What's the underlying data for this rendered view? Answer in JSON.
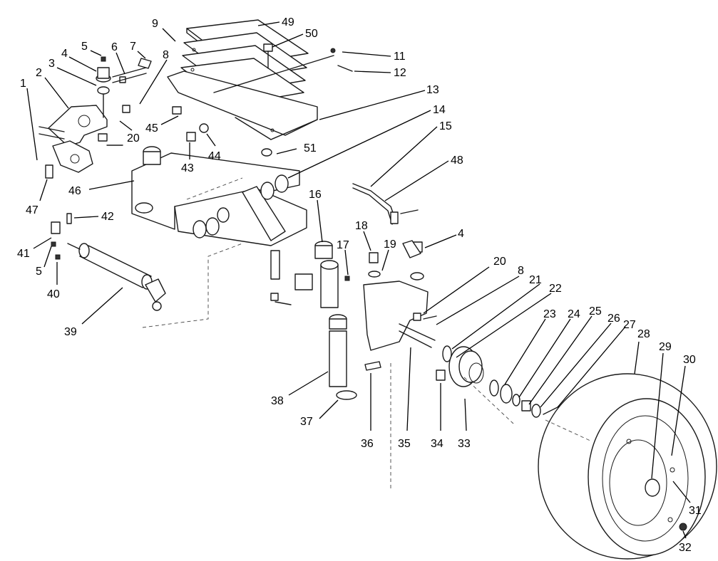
{
  "diagram": {
    "callouts": [
      {
        "id": "c1",
        "text": "1"
      },
      {
        "id": "c2",
        "text": "2"
      },
      {
        "id": "c3",
        "text": "3"
      },
      {
        "id": "c4a",
        "text": "4"
      },
      {
        "id": "c5a",
        "text": "5"
      },
      {
        "id": "c6",
        "text": "6"
      },
      {
        "id": "c7",
        "text": "7"
      },
      {
        "id": "c8a",
        "text": "8"
      },
      {
        "id": "c9",
        "text": "9"
      },
      {
        "id": "c49",
        "text": "49"
      },
      {
        "id": "c50",
        "text": "50"
      },
      {
        "id": "c11",
        "text": "11"
      },
      {
        "id": "c12",
        "text": "12"
      },
      {
        "id": "c13",
        "text": "13"
      },
      {
        "id": "c14",
        "text": "14"
      },
      {
        "id": "c15",
        "text": "15"
      },
      {
        "id": "c48",
        "text": "48"
      },
      {
        "id": "c20a",
        "text": "20"
      },
      {
        "id": "c45",
        "text": "45"
      },
      {
        "id": "c51",
        "text": "51"
      },
      {
        "id": "c44",
        "text": "44"
      },
      {
        "id": "c43",
        "text": "43"
      },
      {
        "id": "c46",
        "text": "46"
      },
      {
        "id": "c47",
        "text": "47"
      },
      {
        "id": "c42",
        "text": "42"
      },
      {
        "id": "c41",
        "text": "41"
      },
      {
        "id": "c5b",
        "text": "5"
      },
      {
        "id": "c40",
        "text": "40"
      },
      {
        "id": "c39",
        "text": "39"
      },
      {
        "id": "c16",
        "text": "16"
      },
      {
        "id": "c17",
        "text": "17"
      },
      {
        "id": "c18",
        "text": "18"
      },
      {
        "id": "c19",
        "text": "19"
      },
      {
        "id": "c4b",
        "text": "4"
      },
      {
        "id": "c20b",
        "text": "20"
      },
      {
        "id": "c8b",
        "text": "8"
      },
      {
        "id": "c21",
        "text": "21"
      },
      {
        "id": "c22",
        "text": "22"
      },
      {
        "id": "c23",
        "text": "23"
      },
      {
        "id": "c24",
        "text": "24"
      },
      {
        "id": "c25",
        "text": "25"
      },
      {
        "id": "c26",
        "text": "26"
      },
      {
        "id": "c27",
        "text": "27"
      },
      {
        "id": "c28",
        "text": "28"
      },
      {
        "id": "c29",
        "text": "29"
      },
      {
        "id": "c30",
        "text": "30"
      },
      {
        "id": "c31",
        "text": "31"
      },
      {
        "id": "c32",
        "text": "32"
      },
      {
        "id": "c33",
        "text": "33"
      },
      {
        "id": "c34",
        "text": "34"
      },
      {
        "id": "c35",
        "text": "35"
      },
      {
        "id": "c36",
        "text": "36"
      },
      {
        "id": "c37",
        "text": "37"
      },
      {
        "id": "c38",
        "text": "38"
      }
    ]
  }
}
